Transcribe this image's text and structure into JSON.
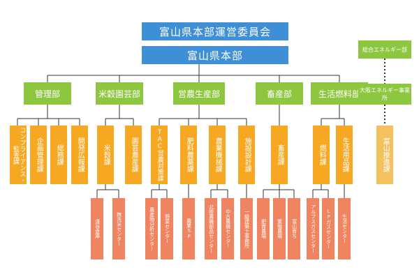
{
  "top": {
    "committee": "富山県本部運営委員会",
    "hq": "富山県本部"
  },
  "side": {
    "general_energy": "総合エネルギー部",
    "osaka_office": "大阪エネルギー事業所",
    "toyama_promo": "富山推進課"
  },
  "departments": [
    {
      "name": "管理部"
    },
    {
      "name": "米穀園芸部"
    },
    {
      "name": "営農生産部"
    },
    {
      "name": "畜産部"
    },
    {
      "name": "生活燃料部"
    }
  ],
  "sections": [
    "コンプライアンス・監査課",
    "企画管理課",
    "総務課",
    "開発広報課",
    "米穀課",
    "園芸農産課",
    "TAC営農対策課",
    "肥料農薬課",
    "農業機械課",
    "施設設計課",
    "畜産課",
    "燃料課",
    "生活用品課"
  ],
  "facilities": [
    "遠谷倉庫",
    "無洗米センター",
    "農産物分析センター",
    "野菜センター",
    "農業SP",
    "北陸農機部品センター",
    "中古農機センター",
    "一級建築士事務所",
    "肥育農場",
    "繁殖農場",
    "富山育ち",
    "アルプスガスセンター",
    "LPガスセンター",
    "生活センター"
  ],
  "colors": {
    "blue": "#3f8fd6",
    "green": "#8dc63f",
    "orange": "#f7a823",
    "tan": "#f3c15e",
    "salmon": "#f08460",
    "line": "#333333"
  }
}
